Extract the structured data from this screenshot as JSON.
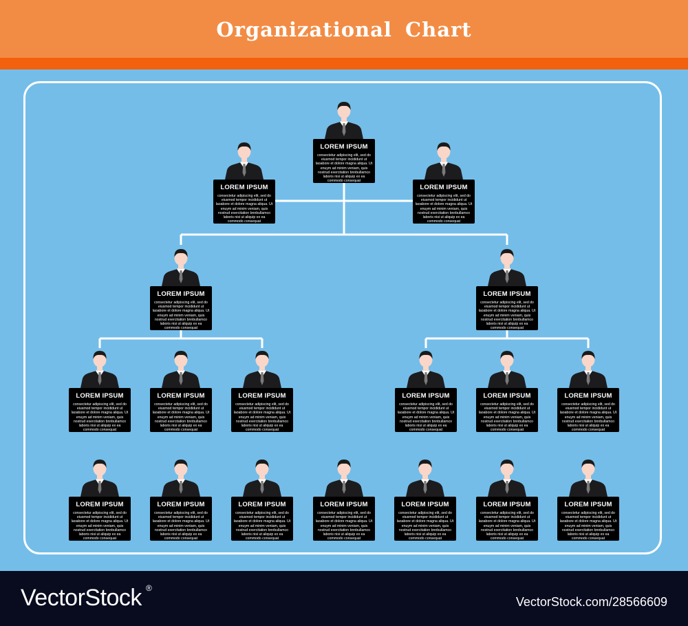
{
  "header": {
    "title": "Organizational Chart"
  },
  "card_title": "LOREM IPSUM",
  "card_text": "consectetur adipiscing elit, sed do eiusmod tempor incididunt ut laoabore et dolore magna aliqua. Ut enuym ad minim veniam, quis nostrud exercitation bnnbullamco laboris nisi ut aliquip ex ea commodo consequat",
  "colors": {
    "background": "#74bde9",
    "header": "#f28c45",
    "stripe": "#f3600e",
    "card": "#000000",
    "suit": "#1c1c1f",
    "skin": "#f9d6c8",
    "hair": "#1a1a1a",
    "tie": "#7a7a7a"
  },
  "footer": {
    "brand": "VectorStock",
    "registered": "®",
    "stock_id": "VectorStock.com/28566609"
  }
}
